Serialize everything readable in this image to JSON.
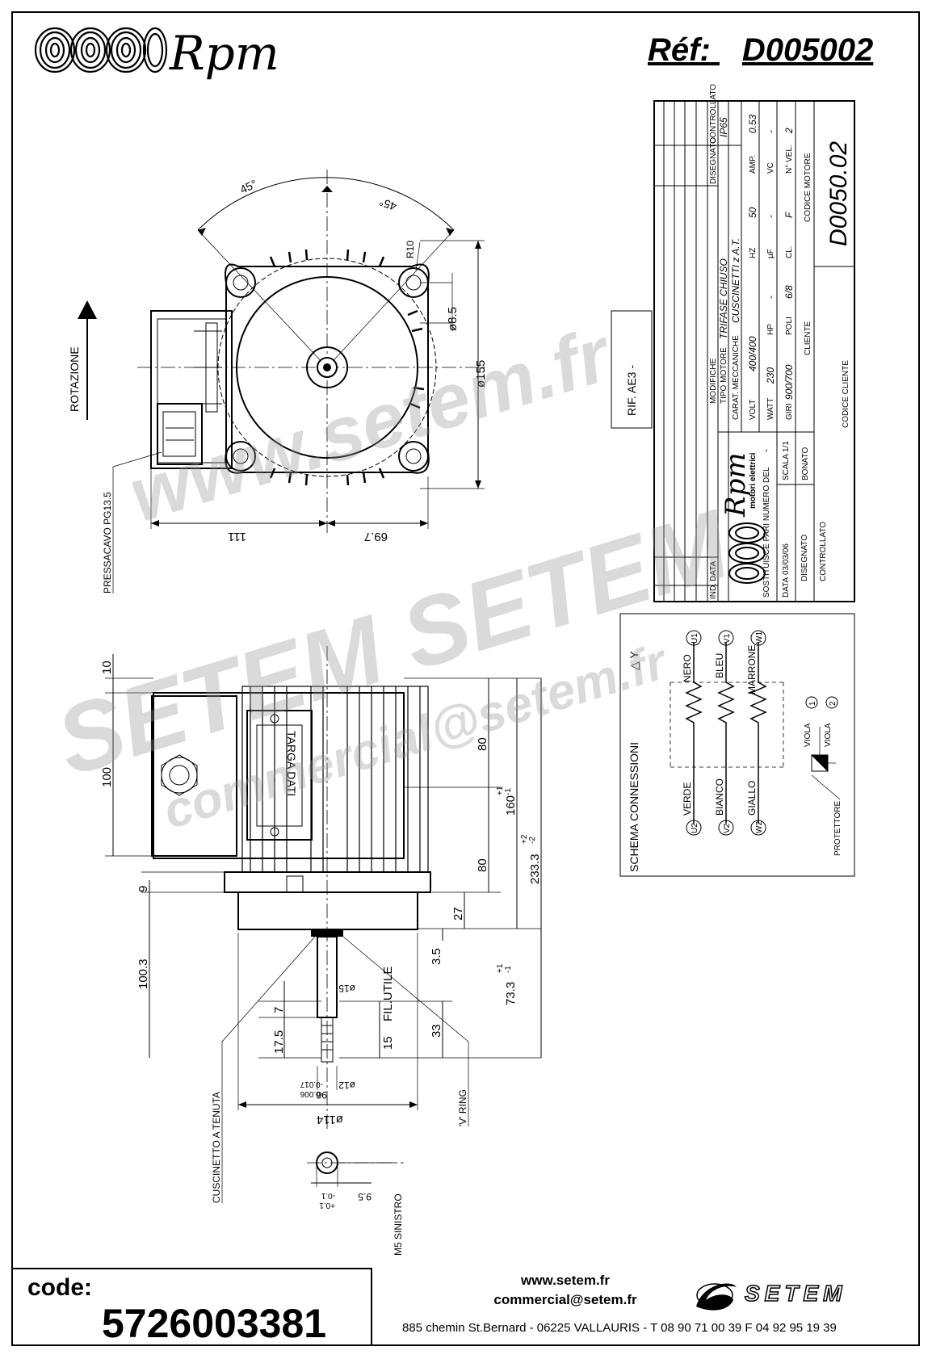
{
  "header": {
    "brand": "Rpm",
    "ref_label": "Réf:",
    "ref_value": "D005002"
  },
  "front_view": {
    "rotation_label": "ROTAZIONE",
    "cable_gland_label": "PRESSACAVO PG13.5",
    "angle_left": "45°",
    "angle_right": "45°",
    "radius_label": "R10",
    "hole_label": "ø8.5",
    "diameter_label": "ø155",
    "dim_left": "111",
    "dim_right": "69.7"
  },
  "side_view": {
    "dim_10": "10",
    "dim_100": "100",
    "dim_9": "9",
    "dim_100_3": "100.3",
    "dim_80_top": "80",
    "dim_80_bottom": "80",
    "dim_160": "160",
    "dim_160_tol_plus": "+1",
    "dim_160_tol_minus": "-1",
    "dim_233": "233.3",
    "dim_233_tol_plus": "+2",
    "dim_233_tol_minus": "-2",
    "dim_27": "27",
    "dim_3_5": "3.5",
    "dim_73": "73.3",
    "dim_73_tol_plus": "+1",
    "dim_73_tol_minus": "-1",
    "dim_33": "33",
    "dim_7": "7",
    "dim_17_5": "17.5",
    "dim_15_fil": "15",
    "fil_utile": "FIL.UTILE",
    "shaft_dia": "ø15",
    "shaft_dia2": "ø12",
    "shaft_tol": "96",
    "shaft_tol_a": "-0.006",
    "shaft_tol_b": "-0.017",
    "flange_dia": "ø114",
    "nameplate": "TARGA DATI",
    "seal_label": "CUSCINETTO A TENUTA",
    "vring_label": "'V' RING",
    "m5_label": "M5 SINISTRO",
    "key_dim": "9.5",
    "key_tol_plus": "+0.1",
    "key_tol_minus": "-0.1"
  },
  "rif_box": "RIF. AE3 -",
  "title_block": {
    "mod_header": "MODIFICHE",
    "ind": "IND.",
    "data": "DATA",
    "disegnato": "DISEGNATO",
    "controllato": "CONTROLLATO",
    "tipo_motore_label": "TIPO MOTORE",
    "tipo_motore": "TRIFASE CHIUSO",
    "ip": "IP65",
    "carat_label": "CARAT. MECCANICHE",
    "carat": "CUSCINETTI z A.T.",
    "volt_label": "VOLT",
    "volt": "400/400",
    "hz_label": "HZ",
    "hz": "50",
    "amp_label": "AMP.",
    "amp": "0.53",
    "watt_label": "WATT",
    "watt": "230",
    "hp_label": "HP",
    "hp": "-",
    "uf_label": "µF",
    "uf": "-",
    "vc_label": "VC",
    "vc": "-",
    "giri_label": "GIRI",
    "giri": "900/700",
    "poli_label": "POLI",
    "poli": "6/8",
    "cl_label": "CL.",
    "cl": "F",
    "nvel_label": "N° VEL.",
    "nvel": "2",
    "cliente_label": "CLIENTE",
    "codice_motore_label": "CODICE MOTORE",
    "codice_motore": "D0050.02",
    "codice_cliente_label": "CODICE CLIENTE",
    "company": "Rpm",
    "company_sub": "motori elettrici",
    "sostituisce_label": "SOSTITUISCE PARI NUMERO DEL",
    "sostituisce": "-",
    "data_label": "DATA",
    "data_value": "03/03/06",
    "scala_label": "SCALA",
    "scala": "1/1",
    "disegnato_label": "DISEGNATO",
    "disegnato_value": "BONATO",
    "controllato_label": "CONTROLLATO"
  },
  "schema": {
    "title": "SCHEMA CONNESSIONI",
    "symbols": "△ Y",
    "terminals": [
      {
        "in": "U2",
        "in_color": "VERDE",
        "out": "U1",
        "out_color": "NERO"
      },
      {
        "in": "V2",
        "in_color": "BIANCO",
        "out": "V1",
        "out_color": "BLEU"
      },
      {
        "in": "W2",
        "in_color": "GIALLO",
        "out": "W1",
        "out_color": "MARRONE"
      }
    ],
    "viola_1": "VIOLA",
    "viola_2": "VIOLA",
    "prot_1": "1",
    "prot_2": "2",
    "protettore": "PROTETTORE"
  },
  "watermarks": [
    "www.setem.fr",
    "SETEM SETEM",
    "commercial@setem.fr"
  ],
  "footer": {
    "code_label": "code:",
    "code_value": "5726003381",
    "web": "www.setem.fr",
    "mail": "commercial@setem.fr",
    "address": "885 chemin St.Bernard  -  06225 VALLAURIS  -  T 08 90 71 00 39   F 04 92 95 19 39",
    "logo_text": "SETEM"
  }
}
